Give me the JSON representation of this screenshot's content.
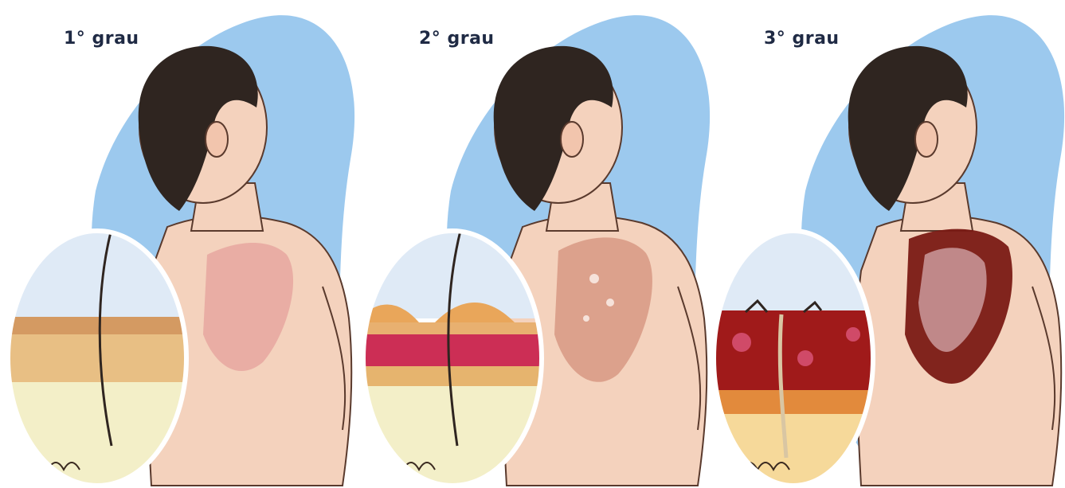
{
  "panels": [
    {
      "title": "1° grau",
      "skin_color": "#e6a7a0",
      "severity": 1
    },
    {
      "title": "2° grau",
      "skin_color": "#d99b86",
      "severity": 2
    },
    {
      "title": "3° grau",
      "skin_color": "#7a1a14",
      "severity": 3
    }
  ],
  "colors": {
    "backdrop": "#9cc9ee",
    "hair": "#2f2520",
    "skin": "#f4d2bd",
    "outline": "#5a3a2d"
  }
}
